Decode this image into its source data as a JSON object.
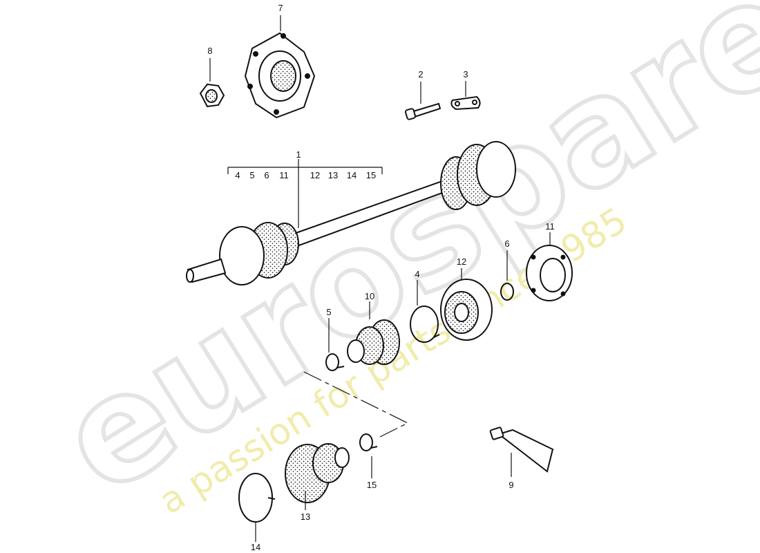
{
  "watermark": {
    "brand": "eurospares",
    "tagline": "a passion for parts since 1985",
    "brand_color": "#e6e6e6",
    "tagline_color": "#f2eeb0"
  },
  "callouts": {
    "1": "1",
    "2": "2",
    "3": "3",
    "4": "4",
    "5": "5",
    "6": "6",
    "7": "7",
    "8": "8",
    "9": "9",
    "10": "10",
    "11": "11",
    "12": "12",
    "13": "13",
    "14": "14",
    "15": "15"
  },
  "group_bracket": {
    "items": [
      "4",
      "5",
      "6",
      "11",
      "12",
      "13",
      "14",
      "15"
    ]
  }
}
